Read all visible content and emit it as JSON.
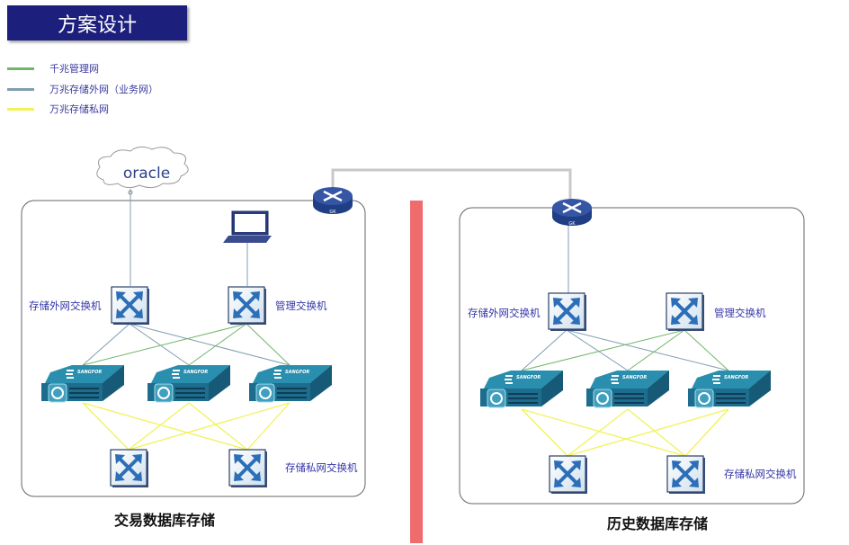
{
  "title": "方案设计",
  "legend": [
    {
      "label": "千兆管理网",
      "color": "#6fb76a"
    },
    {
      "label": "万兆存储外网（业务网）",
      "color": "#7e9fb0"
    },
    {
      "label": "万兆存储私网",
      "color": "#f2f25a"
    }
  ],
  "cloud_label": "oracle",
  "router_label": "GK",
  "server_brand": "SANGFOR",
  "left": {
    "ext_switch": "存储外网交换机",
    "mgmt_switch": "管理交换机",
    "private_switch": "存储私网交换机",
    "caption": "交易数据库存储"
  },
  "right": {
    "ext_switch": "存储外网交换机",
    "mgmt_switch": "管理交换机",
    "private_switch": "存储私网交换机",
    "caption": "历史数据库存储"
  },
  "colors": {
    "title_bg": "#1d1f7c",
    "divider": "#ee6b6e",
    "uplink": "#c8c8c8"
  }
}
